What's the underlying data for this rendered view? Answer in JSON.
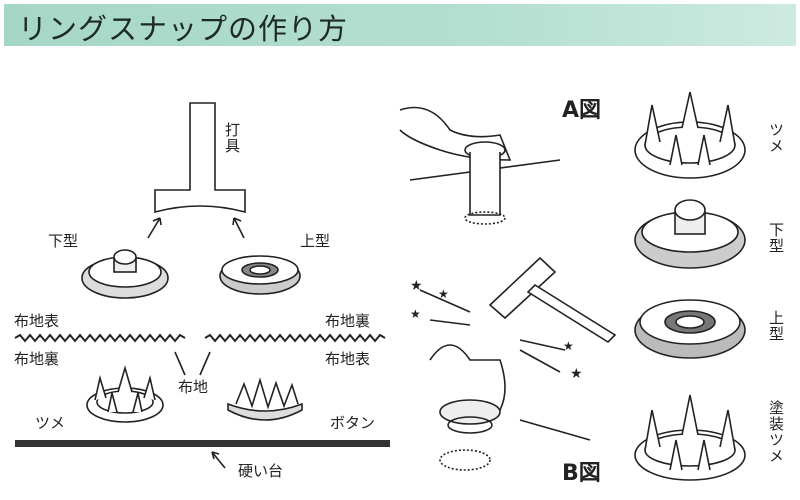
{
  "title": "リングスナップの作り方",
  "left_diagram": {
    "tool_label": "打具",
    "lower_die_label": "下型",
    "upper_die_label": "上型",
    "fabric_front_left": "布地表",
    "fabric_back_left": "布地裏",
    "fabric_back_right": "布地裏",
    "fabric_front_right": "布地表",
    "fabric_label": "布地",
    "prong_label": "ツメ",
    "button_label": "ボタン",
    "base_label": "硬い台"
  },
  "right_diagram": {
    "figure_a": "A図",
    "figure_b": "B図",
    "parts": [
      {
        "label": "ツメ"
      },
      {
        "label": "下型"
      },
      {
        "label": "上型"
      },
      {
        "label": "塗装ツメ"
      }
    ]
  }
}
